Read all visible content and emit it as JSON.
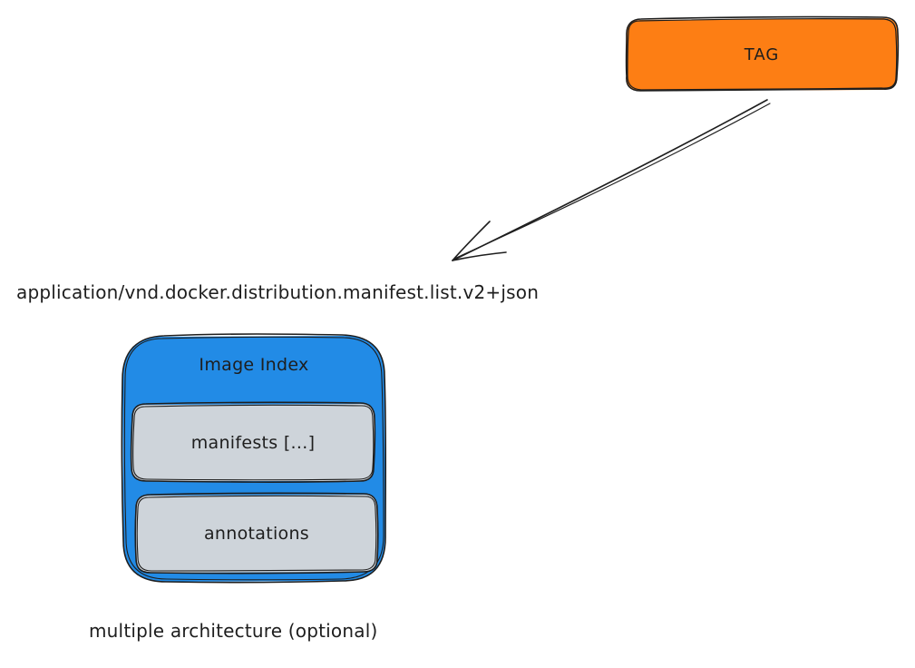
{
  "tag": {
    "label": "TAG",
    "fill": "#fd7e14"
  },
  "media_type": {
    "text": "application/vnd.docker.distribution.manifest.list.v2+json"
  },
  "image_index": {
    "title": "Image Index",
    "fill": "#228be6",
    "fields": [
      {
        "label": "manifests [...]"
      },
      {
        "label": "annotations"
      }
    ],
    "field_fill": "#ced4da"
  },
  "caption": {
    "text": "multiple architecture (optional)"
  },
  "stroke_color": "#1e1e1e"
}
